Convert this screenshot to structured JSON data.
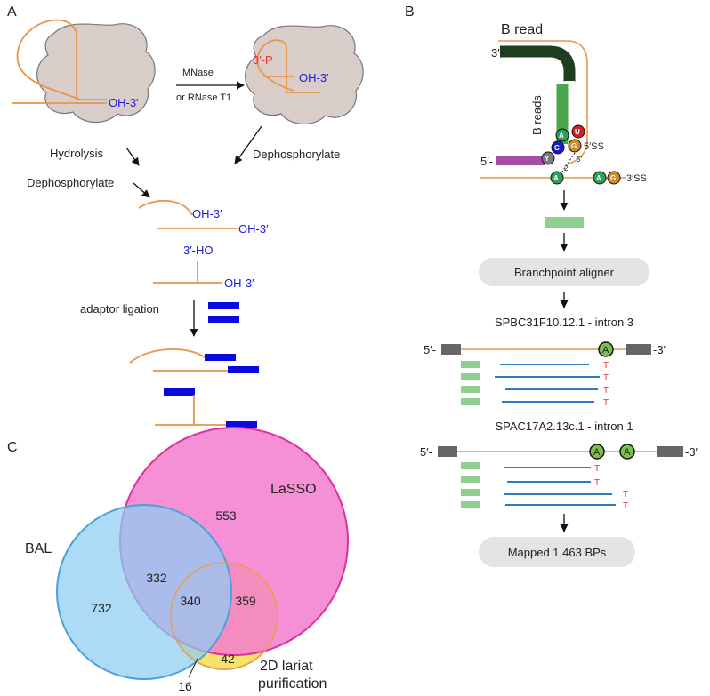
{
  "panels": {
    "a": "A",
    "b": "B",
    "c": "C"
  },
  "panel_a": {
    "oh3_1": "OH-3′",
    "p3": "3′-P",
    "oh3_2": "OH-3′",
    "mnase": "MNase",
    "rnaset1": "or RNase T1",
    "hydrolysis": "Hydrolysis",
    "dephos_left": "Dephosphorylate",
    "dephos_right": "Dephosphorylate",
    "oh3_3": "OH-3′",
    "oh3_4": "OH-3′",
    "ho3": "3′-HO",
    "oh3_5": "OH-3′",
    "adaptor": "adaptor ligation"
  },
  "panel_b": {
    "bread_title": "B read",
    "three_prime": "3′-",
    "five_prime": "5′-",
    "breads": "B reads",
    "ss5": "5′SS",
    "ss3": "3′SS",
    "two_prime": "2′",
    "five_prime_small": "5′",
    "nuc_a1": "A",
    "nuc_u": "U",
    "nuc_c": "C",
    "nuc_g": "G",
    "nuc_y": "Y",
    "nuc_a2": "A",
    "nuc_a3": "A",
    "nuc_g2": "G",
    "aligner": "Branchpoint aligner",
    "gene1": "SPBC31F10.12.1 - intron 3",
    "gene2": "SPAC17A2.13c.1 - intron 1",
    "g1_5": "5′-",
    "g1_3": "-3′",
    "g2_5": "5′-",
    "g2_3": "-3′",
    "bp_a": "A",
    "t": "T",
    "mapped": "Mapped 1,463 BPs"
  },
  "panel_c": {
    "bal": "BAL",
    "lasso": "LaSSO",
    "lariat_1": "2D lariat",
    "lariat_2": "purification",
    "n553": "553",
    "n332": "332",
    "n732": "732",
    "n340": "340",
    "n359": "359",
    "n42": "42",
    "n16": "16"
  },
  "colors": {
    "orange": "#e8954a",
    "blue": "#1a1adf",
    "dark_green": "#1f3d1f",
    "green": "#4ca64c",
    "light_green": "#8fcf8f",
    "purple": "#a64ca6",
    "line_blue": "#2a7bbf",
    "bal": "#8ecdf2",
    "lasso": "#f37ccf",
    "lariat": "#f6e36b"
  }
}
